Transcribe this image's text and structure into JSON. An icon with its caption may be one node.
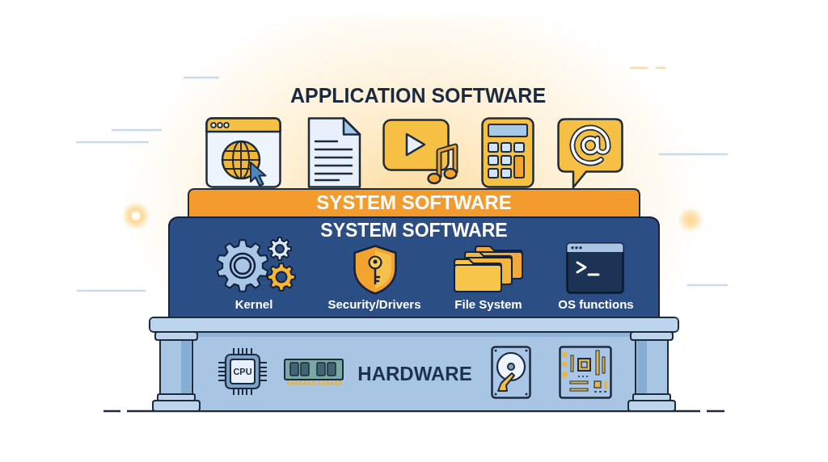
{
  "diagram": {
    "title": "APPLICATION SOFTWARE",
    "nodes": [
      {
        "text": [
          "SYSTEM SOFTWARE"
        ]
      },
      {
        "text": [
          "SYSTEM SOFTWARE",
          "Kernel",
          "Security/Drivers",
          "File System",
          "OS functions"
        ]
      },
      {
        "text": [
          "HARDWARE"
        ]
      }
    ],
    "labels": [
      "CPU"
    ]
  }
}
